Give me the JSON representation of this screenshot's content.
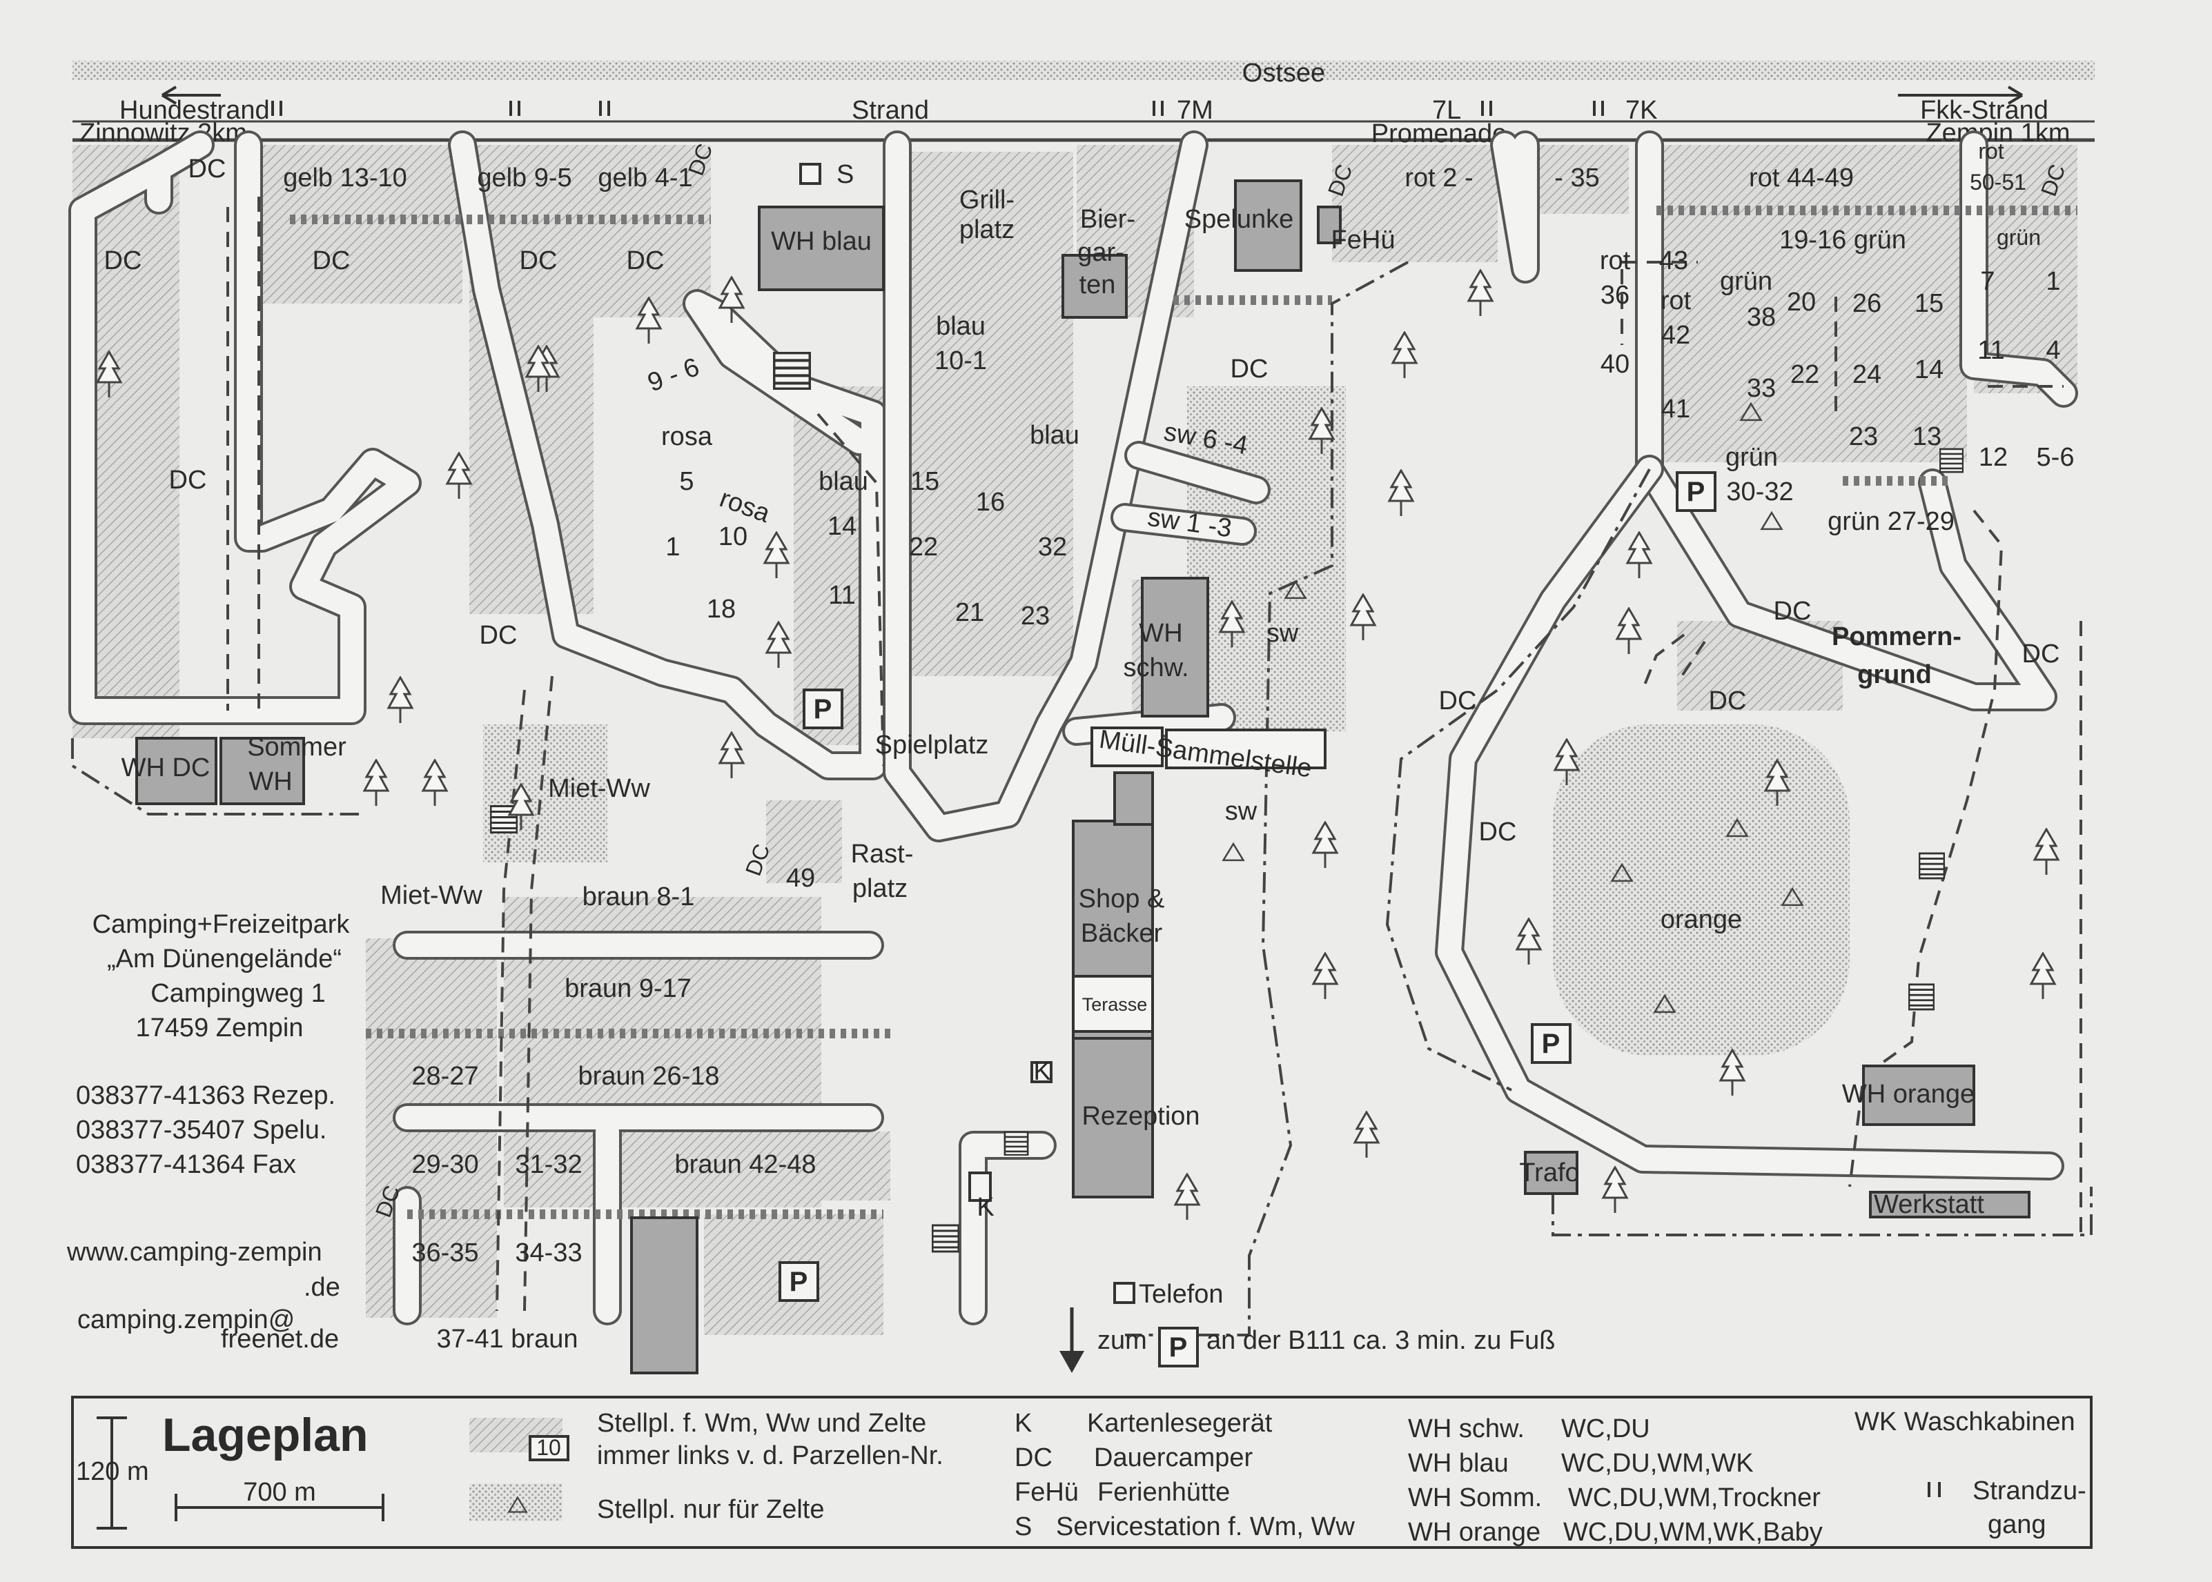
{
  "top": {
    "sea": "Ostsee",
    "left_beach": "Hundestrand",
    "left_town": "Zinnowitz 2km",
    "beach": "Strand",
    "promenade": "Promenade",
    "access_7m": "7M",
    "access_7l": "7L",
    "access_7k": "7K",
    "right_beach": "Fkk-Strand",
    "right_town": "Zempin 1km"
  },
  "areas": {
    "dc": "DC",
    "gelb_13_10": "gelb 13-10",
    "gelb_9_5": "gelb 9-5",
    "gelb_4_1": "gelb 4-1",
    "service": "S",
    "wh_blau": "WH blau",
    "grill_1": "Grill-",
    "grill_2": "platz",
    "bier_1": "Bier-",
    "bier_2": "gar-",
    "bier_3": "ten",
    "spelunke": "Spelunke",
    "fehu": "FeHü",
    "rot_2": "rot  2 -",
    "rot_35": "- 35",
    "rot_44_49": "rot 44-49",
    "rot_50_51_a": "rot",
    "rot_50_51_b": "50-51",
    "gruen_19_16": "19-16 grün",
    "gruen_r": "grün",
    "blau_10_1_a": "blau",
    "blau_10_1_b": "10-1",
    "blau": "blau",
    "rosa": "rosa",
    "n9_6": "9 - 6",
    "n5": "5",
    "n1": "1",
    "n10": "10",
    "n18": "18",
    "n14": "14",
    "n11": "11",
    "n15": "15",
    "n22": "22",
    "n16": "16",
    "n32": "32",
    "n21": "21",
    "n23": "23",
    "sw_6_4": "sw 6 -4",
    "sw_1_3": "sw 1 -3",
    "sw": "sw",
    "wh_schw_1": "WH",
    "wh_schw_2": "schw.",
    "spielplatz": "Spielplatz",
    "muell": "Müll-Sammelstelle",
    "rot": "rot",
    "n43": "43",
    "n36": "36",
    "n40": "40",
    "n42": "42",
    "n41": "41",
    "gruen": "grün",
    "n38": "38",
    "n33": "33",
    "n20": "20",
    "n26": "26",
    "n15b": "15",
    "n24": "24",
    "n14b": "14",
    "n23b": "23",
    "n13": "13",
    "n7": "7",
    "n1b": "1",
    "n11b": "11",
    "n4": "4",
    "n12": "12",
    "n5_6": "5-6",
    "gruen_30_32": "30-32",
    "gruen_27_29": "grün 27-29",
    "pommern_1": "Pommern-",
    "pommern_2": "grund",
    "wh_dc": "WH DC",
    "sommer_wh_1": "Sommer",
    "sommer_wh_2": "WH",
    "miet_ww": "Miet-Ww",
    "n49": "49",
    "rast_1": "Rast-",
    "rast_2": "platz",
    "braun_8_1": "braun  8-1",
    "braun_9_17": "braun  9-17",
    "n28_27": "28-27",
    "braun_26_18": "braun   26-18",
    "n29_30": "29-30",
    "n31_32": "31-32",
    "braun_42_48": "braun   42-48",
    "n36_35": "36-35",
    "n34_33": "34-33",
    "braun_37_41": "37-41  braun",
    "shop_1": "Shop &",
    "shop_2": "Bäcker",
    "terasse": "Terasse",
    "rezeption": "Rezeption",
    "k": "K",
    "orange": "orange",
    "wh_orange": "WH orange",
    "trafo": "Trafo",
    "werkstatt": "Werkstatt",
    "parking": "P",
    "telefon": "Telefon",
    "zum": "zum",
    "b111": "an der B111 ca. 3 min. zu Fuß"
  },
  "address": {
    "line1": "Camping+Freizeitpark",
    "line2": "„Am Dünengelände“",
    "line3": "Campingweg 1",
    "line4": "17459 Zempin",
    "phone1": "038377-41363 Rezep.",
    "phone2": "038377-35407 Spelu.",
    "phone3": "038377-41364 Fax",
    "web1": "www.camping-zempin",
    "web2": ".de",
    "mail1": "camping.zempin@",
    "mail2": "freenet.de"
  },
  "legend": {
    "title": "Lageplan",
    "scale_v": "120 m",
    "scale_h": "700 m",
    "stell_box": "10",
    "stell_1": "Stellpl. f. Wm, Ww und Zelte",
    "stell_2": "immer links v. d. Parzellen-Nr.",
    "stell_zelte": "Stellpl. nur für Zelte",
    "k_key": "K",
    "k_val": "Kartenlesegerät",
    "dc_key": "DC",
    "dc_val": "Dauercamper",
    "fehu_key": "FeHü",
    "fehu_val": "Ferienhütte",
    "s_key": "S",
    "s_val": "Servicestation f. Wm, Ww",
    "whs_key": "WH schw.",
    "whs_val": "WC,DU",
    "whb_key": "WH blau",
    "whb_val": "WC,DU,WM,WK",
    "whso_key": "WH Somm.",
    "whso_val": "WC,DU,WM,Trockner",
    "who_key": "WH orange",
    "who_val": "WC,DU,WM,WK,Baby",
    "wk": "WK Waschkabinen",
    "strand_1": "Strandzu-",
    "strand_2": "gang"
  },
  "icons": [
    "tree-icon",
    "tent-triangle-icon",
    "parking-icon",
    "arrow-left-icon",
    "arrow-right-icon",
    "arrow-down-icon",
    "stairs-icon",
    "beach-access-icon"
  ]
}
